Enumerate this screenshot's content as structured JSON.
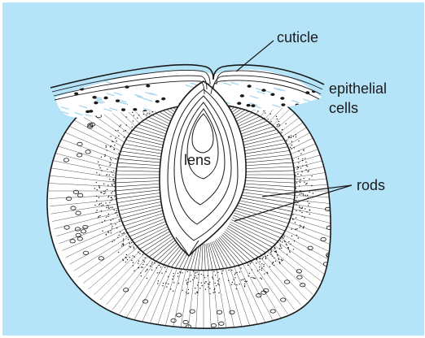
{
  "diagram": {
    "labels": {
      "cuticle": "cuticle",
      "epithelial_line1": "epithelial",
      "epithelial_line2": "cells",
      "lens": "lens",
      "rods": "rods"
    },
    "colors": {
      "background": "#b5e4f8",
      "ink": "#1a1a1a",
      "tissue_fill": "#ffffff",
      "epithelial_tint": "#9fd3ec"
    }
  }
}
